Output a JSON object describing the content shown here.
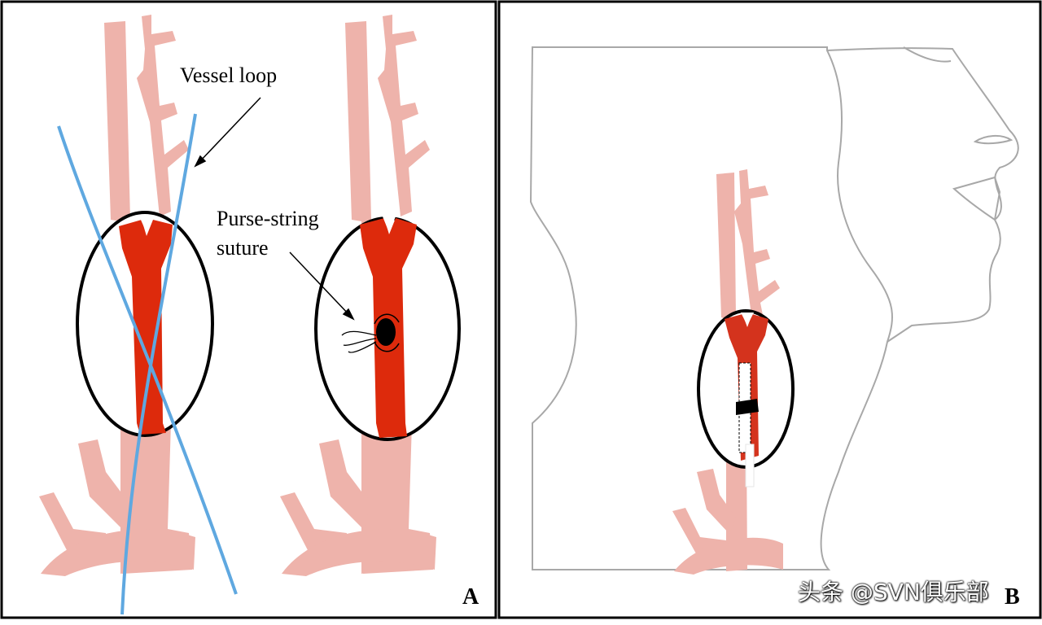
{
  "panels": {
    "a": {
      "letter": "A",
      "vessel_loop_label": "Vessel loop",
      "purse_string_label_line1": "Purse-string",
      "purse_string_label_line2": "suture"
    },
    "b": {
      "letter": "B"
    }
  },
  "watermark": "头条 @SVN俱乐部",
  "colors": {
    "artery_light": "#eeb3ab",
    "artery_dark": "#dd2a0c",
    "artery_dark_b": "#d4331d",
    "vessel_loop": "#5fa8e0",
    "outline": "#000000",
    "head_outline": "#a8a8a8"
  }
}
